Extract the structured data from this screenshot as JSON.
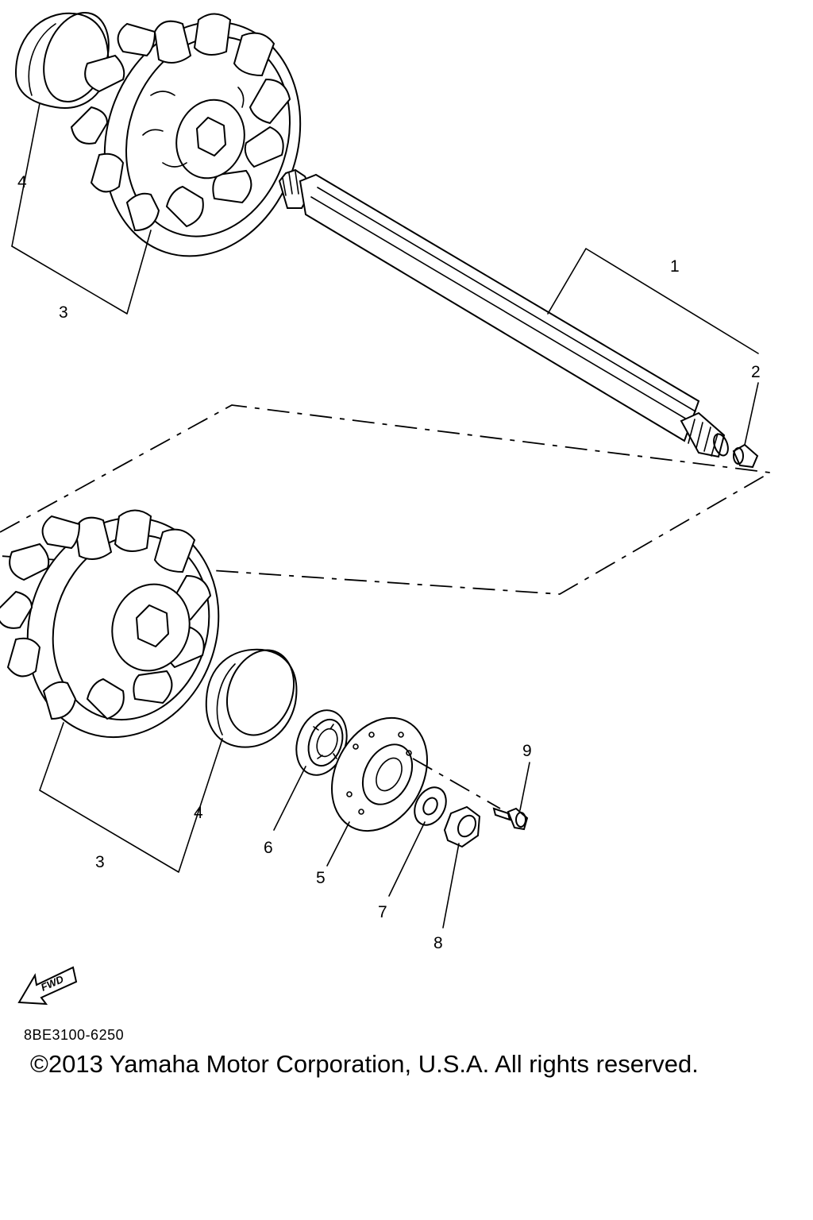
{
  "diagram": {
    "callouts": {
      "c1": "1",
      "c2": "2",
      "c3_top": "3",
      "c4_top": "4",
      "c3_bottom": "3",
      "c4_bottom": "4",
      "c5": "5",
      "c6": "6",
      "c7": "7",
      "c8": "8",
      "c9": "9"
    },
    "fwd_label": "FWD",
    "diagram_code": "8BE3100-6250",
    "copyright": "©2013 Yamaha Motor Corporation, U.S.A. All rights reserved."
  }
}
